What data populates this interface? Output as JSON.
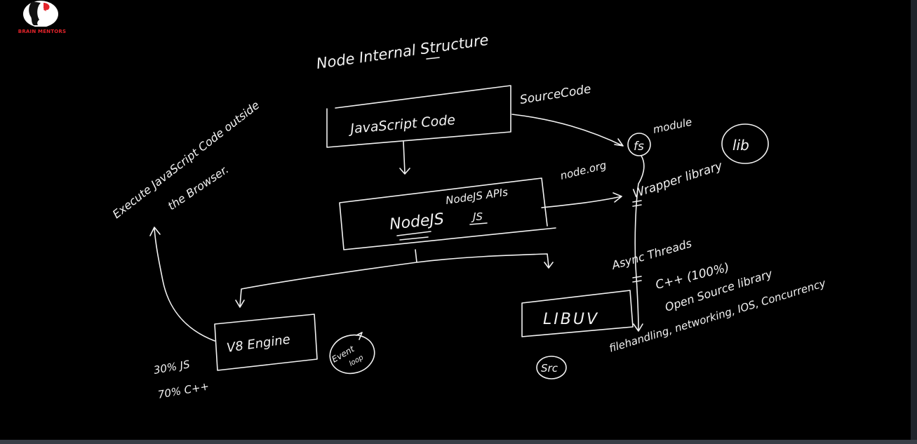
{
  "brand": {
    "name": "BRAIN MENTORS",
    "accent_color": "#e3242b"
  },
  "board": {
    "background": "#000000",
    "ink_color": "#f2f2f2",
    "title": "Node Internal Structure",
    "labels": {
      "source_code": "SourceCode",
      "javascript_code": "JavaScript Code",
      "nodejs": "NodeJS",
      "nodejs_apis": "NodeJS APIs",
      "nodejs_apis_js": "JS",
      "node_org": "node.org",
      "fs": "fs",
      "module": "module",
      "wrapper_library": "Wrapper library",
      "lib": "lib",
      "execute_line1": "Execute JavaScript Code outside",
      "execute_line2": "the Browser.",
      "v8_engine": "V8 Engine",
      "v8_js_percent": "30% JS",
      "v8_cpp_percent": "70% C++",
      "event_loop_line1": "Event",
      "event_loop_line2": "loop",
      "libuv": "LIBUV",
      "src": "Src",
      "async_threads": "Async Threads",
      "libuv_cpp": "C++ (100%)",
      "open_source": "Open Source library",
      "libuv_features": "filehandling, networking, IOS, Concurrency"
    }
  }
}
